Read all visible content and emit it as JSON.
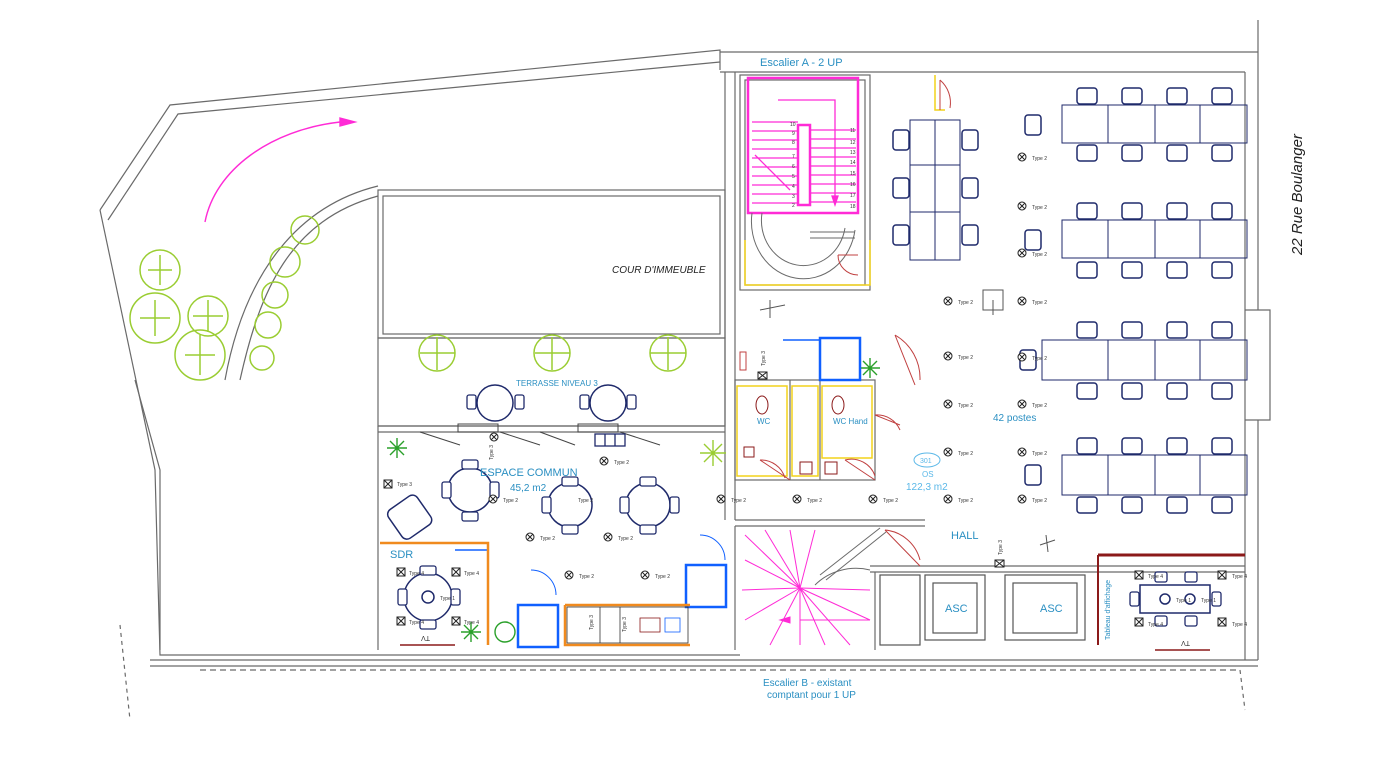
{
  "labels": {
    "stair_a": "Escalier A - 2 UP",
    "street": "22 Rue Boulanger",
    "courtyard": "COUR D'IMMEUBLE",
    "terrace": "TERRASSE NIVEAU 3",
    "common_space": "ESPACE COMMUN",
    "common_area": "45,2 m2",
    "sdr": "SDR",
    "wc": "WC",
    "wc_hand": "WC Hand",
    "posts": "42 postes",
    "os_number": "301",
    "os_code": "OS",
    "os_area": "122,3 m2",
    "hall": "HALL",
    "asc": "ASC",
    "stair_b_line1": "Escalier B - existant",
    "stair_b_line2": "comptant pour 1 UP",
    "tableau": "Tableau d'affichage",
    "tv": "TV"
  },
  "fixture_type_labels": [
    "Type 1",
    "Type 2",
    "Type 3",
    "Type 4"
  ],
  "stair_numbers_left": [
    "10",
    "9",
    "8",
    "7",
    "6",
    "5",
    "4",
    "3",
    "2"
  ],
  "stair_numbers_right": [
    "11",
    "12",
    "13",
    "14",
    "15",
    "16",
    "17",
    "18"
  ],
  "colors": {
    "wall": "#6a6a6a",
    "label_blue": "#2a8fc2",
    "stair_magenta": "#ff2bd6",
    "furniture": "#1f2a6b",
    "plant": "#9acd32",
    "wc_yellow": "#f2d21b",
    "accent_blue": "#1060ff",
    "red_brown": "#8b1a1a"
  }
}
